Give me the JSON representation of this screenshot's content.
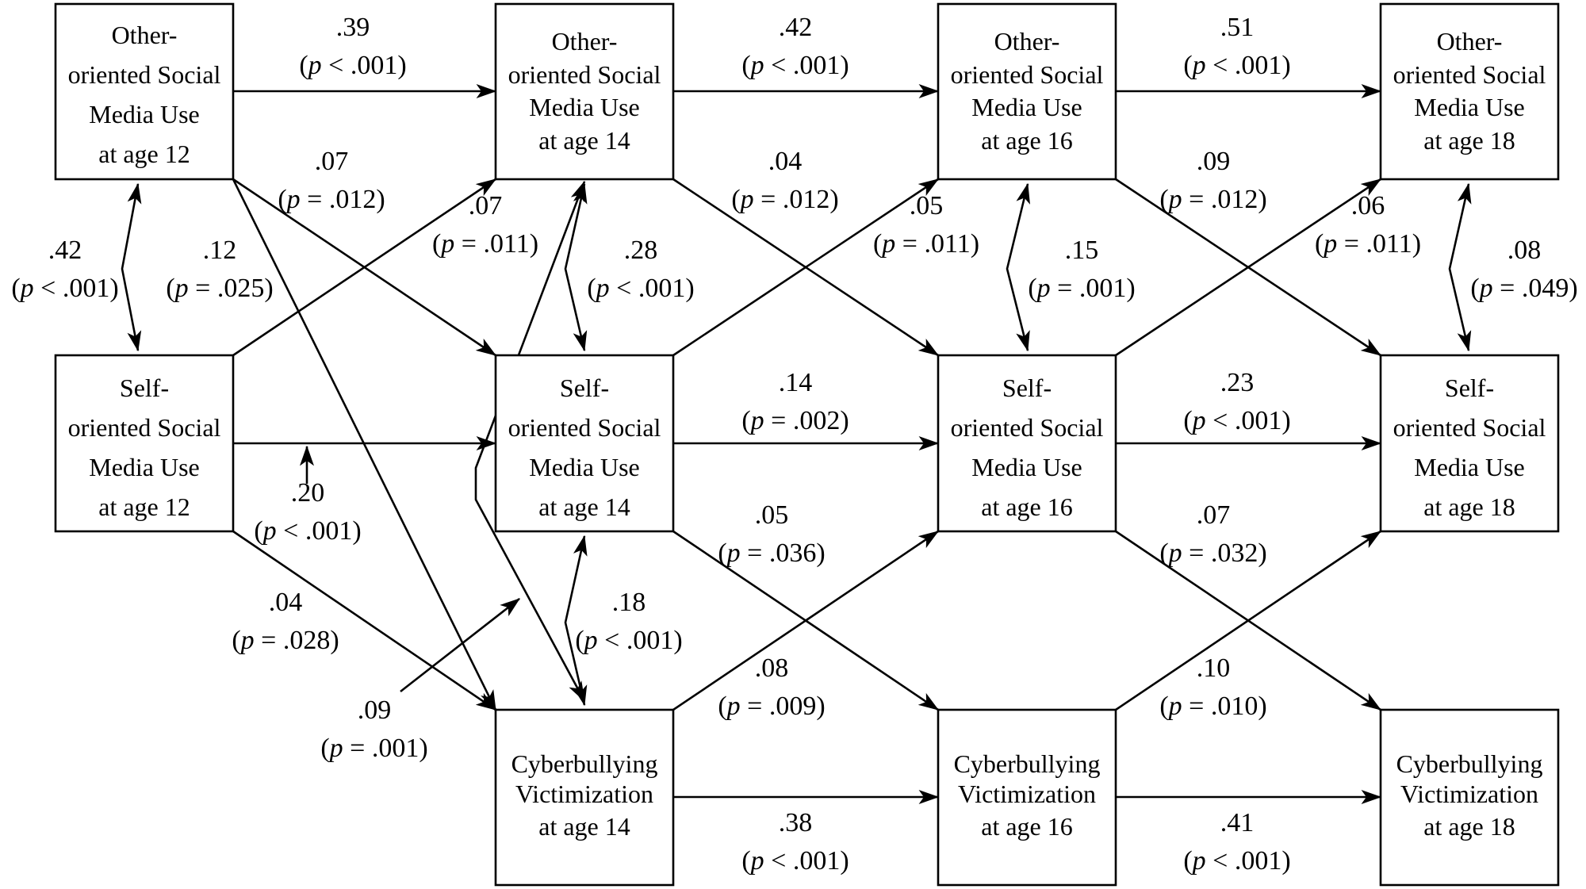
{
  "nodes": {
    "other12": {
      "lines": [
        "Other-",
        "oriented Social",
        "Media Use",
        "at age 12"
      ]
    },
    "other14": {
      "lines": [
        "Other-",
        "oriented Social",
        "Media Use",
        "at age 14"
      ]
    },
    "other16": {
      "lines": [
        "Other-",
        "oriented Social",
        "Media Use",
        "at age 16"
      ]
    },
    "other18": {
      "lines": [
        "Other-",
        "oriented Social",
        "Media Use",
        "at age 18"
      ]
    },
    "self12": {
      "lines": [
        "Self-",
        "oriented Social",
        "Media Use",
        "at age 12"
      ]
    },
    "self14": {
      "lines": [
        "Self-",
        "oriented Social",
        "Media Use",
        "at age 14"
      ]
    },
    "self16": {
      "lines": [
        "Self-",
        "oriented Social",
        "Media Use",
        "at age 16"
      ]
    },
    "self18": {
      "lines": [
        "Self-",
        "oriented Social",
        "Media Use",
        "at age 18"
      ]
    },
    "cyber14": {
      "lines": [
        "Cyberbullying",
        "Victimization",
        "at age 14"
      ]
    },
    "cyber16": {
      "lines": [
        "Cyberbullying",
        "Victimization",
        "at age 16"
      ]
    },
    "cyber18": {
      "lines": [
        "Cyberbullying",
        "Victimization",
        "at age 18"
      ]
    }
  },
  "paths": {
    "o12_o14": {
      "coef": ".39",
      "p_label": "p",
      "p_rest": " < .001)"
    },
    "o14_o16": {
      "coef": ".42",
      "p_label": "p",
      "p_rest": " < .001)"
    },
    "o16_o18": {
      "coef": ".51",
      "p_label": "p",
      "p_rest": " < .001)"
    },
    "o12_s14": {
      "coef": ".07",
      "p_label": "p",
      "p_rest": " = .012)"
    },
    "o14_s16": {
      "coef": ".04",
      "p_label": "p",
      "p_rest": " = .012)"
    },
    "o16_s18": {
      "coef": ".09",
      "p_label": "p",
      "p_rest": " = .012)"
    },
    "s12_o14": {
      "coef": ".07",
      "p_label": "p",
      "p_rest": " = .011)"
    },
    "s14_o16": {
      "coef": ".05",
      "p_label": "p",
      "p_rest": " = .011)"
    },
    "s16_o18": {
      "coef": ".06",
      "p_label": "p",
      "p_rest": " = .011)"
    },
    "cov_o12_s12": {
      "coef": ".42",
      "p_label": "p",
      "p_rest": " < .001)"
    },
    "o12_c14": {
      "coef": ".12",
      "p_label": "p",
      "p_rest": " = .025)"
    },
    "cov_o14_s14": {
      "coef": ".28",
      "p_label": "p",
      "p_rest": " < .001)"
    },
    "cov_o16_s16": {
      "coef": ".15",
      "p_label": "p",
      "p_rest": " = .001)"
    },
    "cov_o18_s18": {
      "coef": ".08",
      "p_label": "p",
      "p_rest": " = .049)"
    },
    "s12_s14": {
      "coef": ".20",
      "p_label": "p",
      "p_rest": " < .001)"
    },
    "s14_s16": {
      "coef": ".14",
      "p_label": "p",
      "p_rest": " = .002)"
    },
    "s16_s18": {
      "coef": ".23",
      "p_label": "p",
      "p_rest": " < .001)"
    },
    "s14_c16": {
      "coef": ".05",
      "p_label": "p",
      "p_rest": " = .036)"
    },
    "s16_c18": {
      "coef": ".07",
      "p_label": "p",
      "p_rest": " = .032)"
    },
    "s12_c14": {
      "coef": ".04",
      "p_label": "p",
      "p_rest": " = .028)"
    },
    "cov_s14_c14": {
      "coef": ".18",
      "p_label": "p",
      "p_rest": " < .001)"
    },
    "c14_o14": {
      "coef": ".09",
      "p_label": "p",
      "p_rest": " = .001)"
    },
    "c14_s16": {
      "coef": ".08",
      "p_label": "p",
      "p_rest": " = .009)"
    },
    "c16_s18": {
      "coef": ".10",
      "p_label": "p",
      "p_rest": " = .010)"
    },
    "c14_c16": {
      "coef": ".38",
      "p_label": "p",
      "p_rest": " < .001)"
    },
    "c16_c18": {
      "coef": ".41",
      "p_label": "p",
      "p_rest": " < .001)"
    }
  }
}
